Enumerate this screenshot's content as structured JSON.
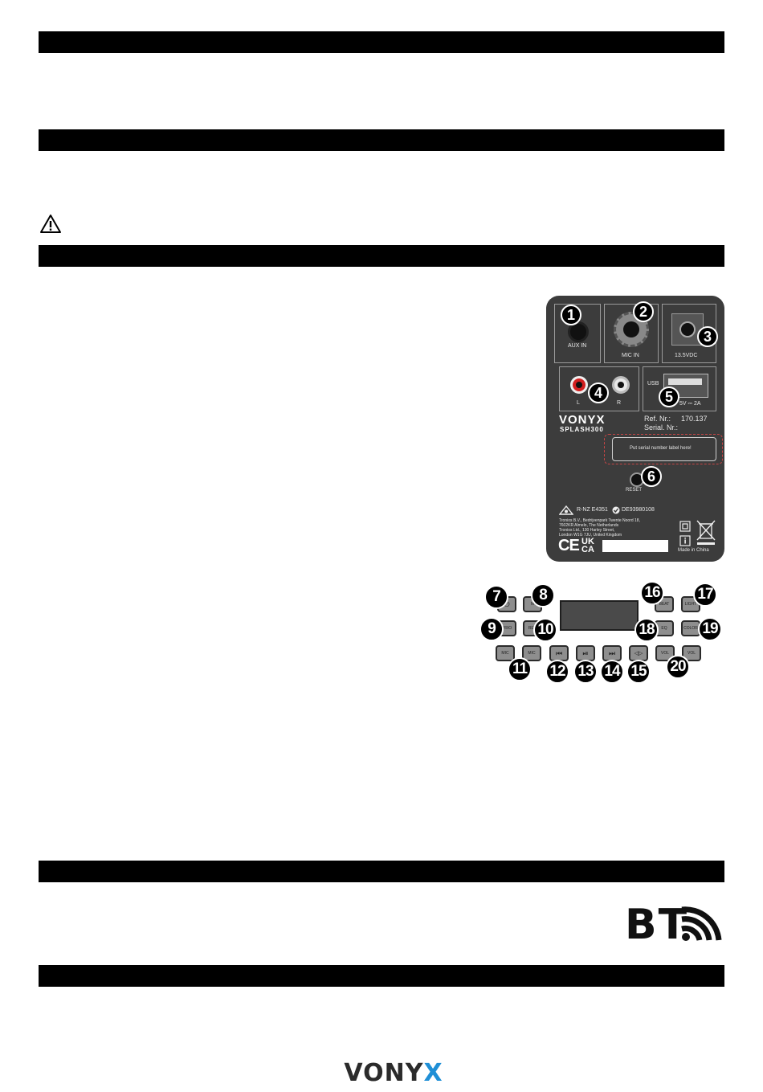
{
  "back_panel": {
    "aux_label": "AUX IN",
    "mic_label": "MIC IN",
    "dc_label": "13.5VDC",
    "usb_label": "USB",
    "usb_rating": "5V ⎓ 2A",
    "rca_left": "L",
    "rca_right": "R",
    "brand": "VONYX",
    "model": "SPLASH300",
    "ref_label": "Ref. Nr.:",
    "ref_value": "170.137",
    "serial_label": "Serial. Nr.:",
    "serial_placeholder": "Put serial number label here!",
    "reset_label": "RESET",
    "rnz": "R-NZ E4351",
    "de": "DE93980108",
    "address1": "Tronios B.V., Bedrijvenpark Twente Noord 18,",
    "address2": "7602KR Almelo, The Netherlands",
    "address3": "Tronios Ltd., 130 Harley Street,",
    "address4": "London W1G 7JU, United Kingdom",
    "ce": "CE",
    "ukca1": "UK",
    "ukca2": "CA",
    "made_in": "Made in China"
  },
  "callouts": {
    "n1": "1",
    "n2": "2",
    "n3": "3",
    "n4": "4",
    "n5": "5",
    "n6": "6",
    "n7": "7",
    "n8": "8",
    "n9": "9",
    "n10": "10",
    "n11": "11",
    "n12": "12",
    "n13": "13",
    "n14": "14",
    "n15": "15",
    "n16": "16",
    "n17": "17",
    "n18": "18",
    "n19": "19",
    "n20": "20"
  },
  "top_panel": {
    "btn_power": "⏻",
    "btn_mode": "M",
    "btn_prio": "PRIO",
    "btn_rec": "REC",
    "btn_mic1": "MIC",
    "btn_mic2": "MIC",
    "btn_prev": "⏮",
    "btn_play": "⏯",
    "btn_next": "⏭",
    "btn_15": "◁▷",
    "btn_vol_down": "VOL",
    "btn_vol_up": "VOL",
    "btn_16": "BEAT",
    "btn_17": "LIGHT",
    "btn_18": "EQ",
    "btn_19": "COLOR"
  },
  "bt_logo": "BT",
  "footer": {
    "brand_main": "VONY",
    "brand_x": "X"
  },
  "colors": {
    "panel": "#3c3c3c",
    "section_bar": "#000000",
    "brand_accent": "#1f8fd6",
    "rca_red": "#d32020"
  }
}
